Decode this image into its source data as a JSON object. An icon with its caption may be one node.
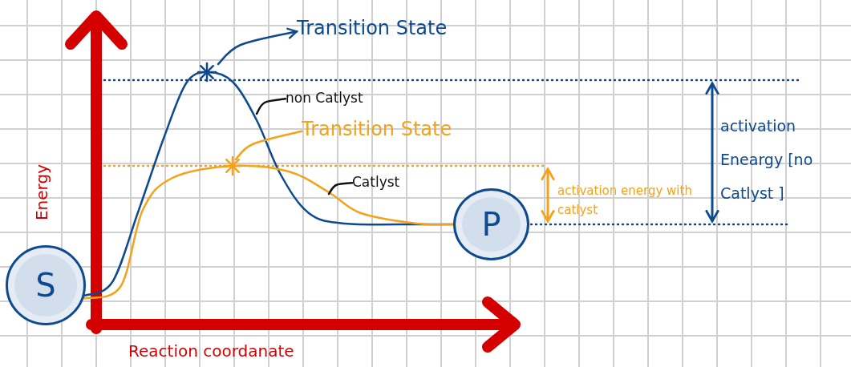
{
  "diagram": {
    "nodes": [
      {
        "text": [
          "Transition State"
        ]
      },
      {
        "text": [
          "non Catlyst"
        ]
      },
      {
        "text": [
          "Transition State"
        ]
      },
      {
        "text": [
          "Catlyst"
        ]
      },
      {
        "text": [
          "P"
        ]
      },
      {
        "text": [
          "S"
        ]
      }
    ],
    "edges": [
      {
        "from": 5,
        "to": 4,
        "arrow": "none",
        "color": "#0d4a8f"
      },
      {
        "from": 5,
        "to": 4,
        "arrow": "none",
        "color": "#f5a21b"
      },
      {
        "from": null,
        "to": 0,
        "arrow": "to",
        "color": "#0d4a8f"
      },
      {
        "from": 1,
        "to": null,
        "arrow": "none",
        "color": "#111111"
      },
      {
        "from": 2,
        "to": null,
        "arrow": "none",
        "color": "#f5a21b"
      },
      {
        "from": 3,
        "to": null,
        "arrow": "none",
        "color": "#111111"
      }
    ],
    "labels": [
      "activation Eneargy [no Catlyst ]",
      "activation energy with catlyst",
      "Energy",
      "Reaction coordanate"
    ]
  }
}
